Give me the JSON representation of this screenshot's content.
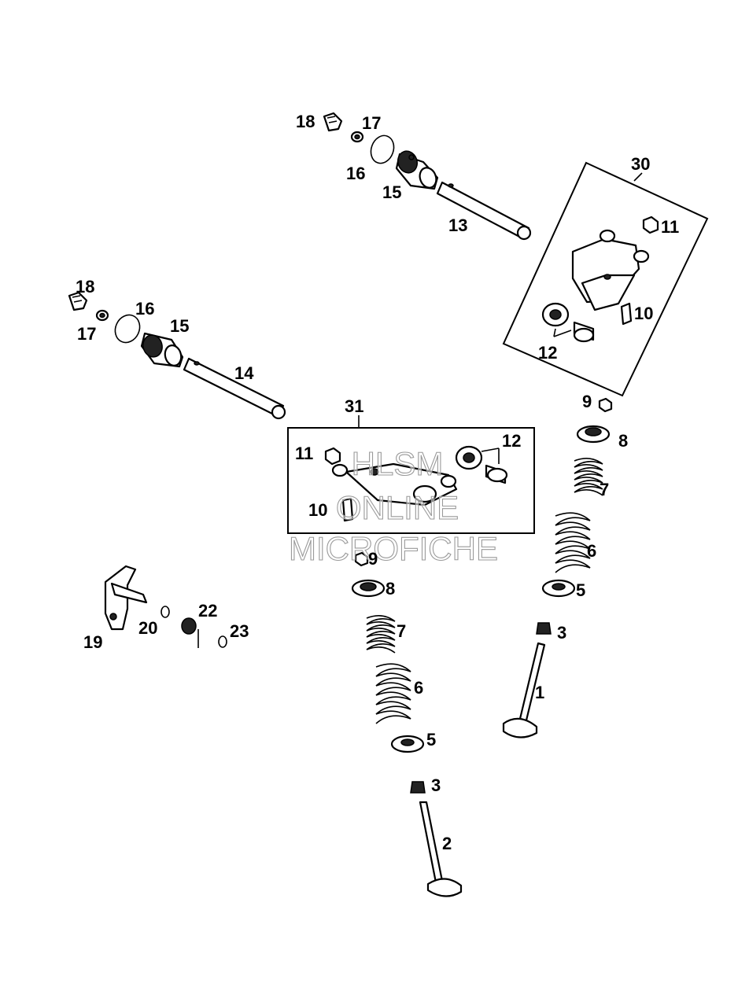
{
  "watermark": {
    "line1": "HLSM",
    "line2": "ONLINE",
    "line3": "MICROFICHE"
  },
  "callouts": {
    "c1": "1",
    "c2": "2",
    "c3a": "3",
    "c3b": "3",
    "c5a": "5",
    "c5b": "5",
    "c6a": "6",
    "c6b": "6",
    "c7a": "7",
    "c7b": "7",
    "c8a": "8",
    "c8b": "8",
    "c9a": "9",
    "c9b": "9",
    "c10a": "10",
    "c10b": "10",
    "c11a": "11",
    "c11b": "11",
    "c12a": "12",
    "c12b": "12",
    "c13": "13",
    "c14": "14",
    "c15a": "15",
    "c15b": "15",
    "c16a": "16",
    "c16b": "16",
    "c17a": "17",
    "c17b": "17",
    "c18a": "18",
    "c18b": "18",
    "c19": "19",
    "c20": "20",
    "c22": "22",
    "c23": "23",
    "c30": "30",
    "c31": "31"
  }
}
